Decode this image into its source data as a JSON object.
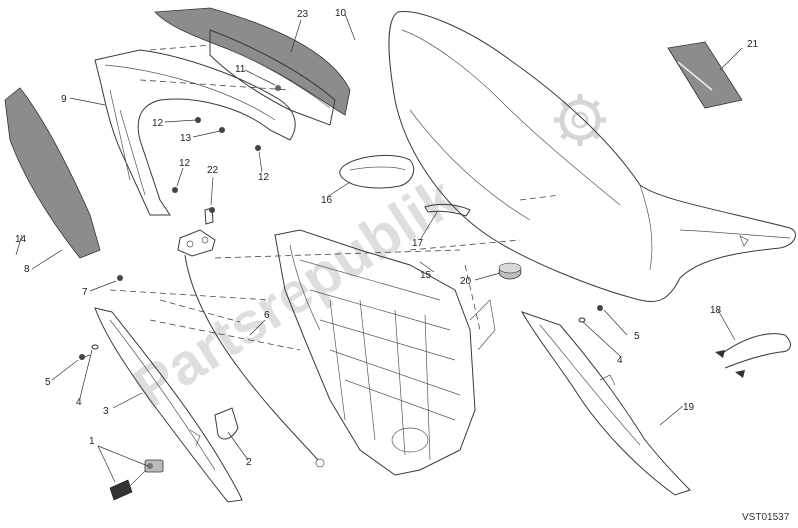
{
  "callouts": {
    "c1": "1",
    "c2": "2",
    "c3": "3",
    "c4a": "4",
    "c4b": "4",
    "c5a": "5",
    "c5b": "5",
    "c6": "6",
    "c7": "7",
    "c8": "8",
    "c9": "9",
    "c10": "10",
    "c11": "11",
    "c12a": "12",
    "c12b": "12",
    "c12c": "12",
    "c13": "13",
    "c14": "14",
    "c15": "15",
    "c16": "16",
    "c17": "17",
    "c18": "18",
    "c19": "19",
    "c20": "20",
    "c21": "21",
    "c22": "22",
    "c23": "23"
  },
  "drawing_code": "VST01537",
  "watermark": {
    "text": "Partsrepublik",
    "logo": "gear-logo"
  },
  "colors": {
    "line": "#3a3a3a",
    "panel_fill": "#8c8c8c",
    "watermark": "#b8b8b8"
  }
}
